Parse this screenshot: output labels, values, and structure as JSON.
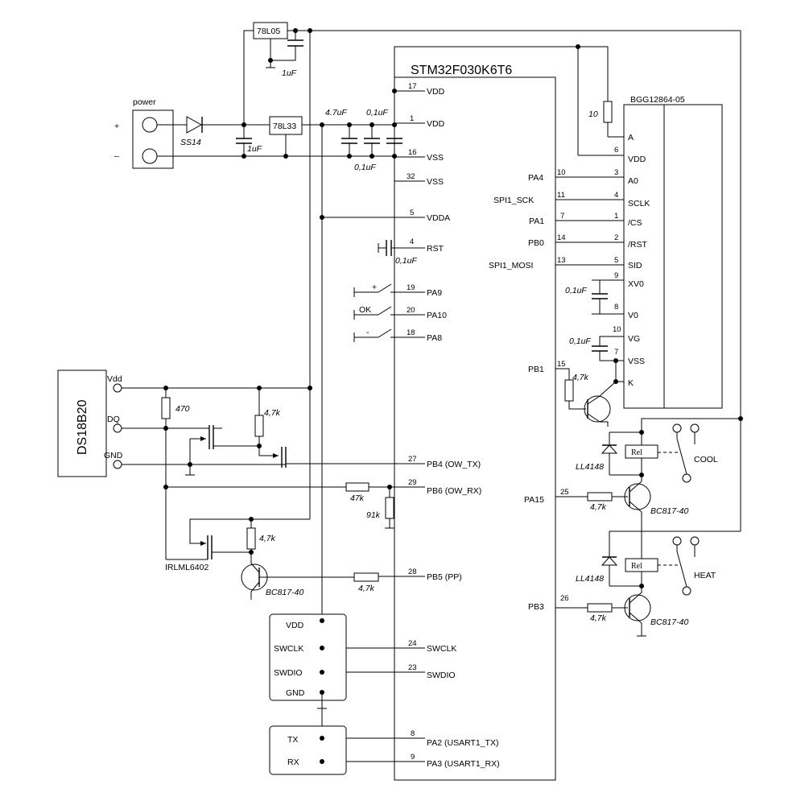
{
  "mcu": {
    "name": "STM32F030K6T6",
    "left_pins": [
      {
        "num": "17",
        "name": "VDD"
      },
      {
        "num": "1",
        "name": "VDD"
      },
      {
        "num": "16",
        "name": "VSS"
      },
      {
        "num": "32",
        "name": "VSS"
      },
      {
        "num": "5",
        "name": "VDDA"
      },
      {
        "num": "4",
        "name": "RST"
      },
      {
        "num": "19",
        "name": "PA9"
      },
      {
        "num": "20",
        "name": "PA10"
      },
      {
        "num": "18",
        "name": "PA8"
      },
      {
        "num": "27",
        "name": "PB4 (OW_TX)"
      },
      {
        "num": "29",
        "name": "PB6 (OW_RX)"
      },
      {
        "num": "28",
        "name": "PB5 (PP)"
      },
      {
        "num": "24",
        "name": "SWCLK"
      },
      {
        "num": "23",
        "name": "SWDIO"
      },
      {
        "num": "8",
        "name": "PA2 (USART1_TX)"
      },
      {
        "num": "9",
        "name": "PA3 (USART1_RX)"
      }
    ],
    "right_pins": [
      {
        "num": "10",
        "name": "PA4"
      },
      {
        "num": "11",
        "name": "SPI1_SCK"
      },
      {
        "num": "7",
        "name": "PA1"
      },
      {
        "num": "14",
        "name": "PB0"
      },
      {
        "num": "13",
        "name": "SPI1_MOSI"
      },
      {
        "num": "15",
        "name": "PB1"
      },
      {
        "num": "25",
        "name": "PA15"
      },
      {
        "num": "26",
        "name": "PB3"
      }
    ]
  },
  "lcd": {
    "name": "BGG12864-05",
    "pins": [
      {
        "num": "",
        "name": "A"
      },
      {
        "num": "6",
        "name": "VDD"
      },
      {
        "num": "3",
        "name": "A0"
      },
      {
        "num": "4",
        "name": "SCLK"
      },
      {
        "num": "1",
        "name": "/CS"
      },
      {
        "num": "2",
        "name": "/RST"
      },
      {
        "num": "5",
        "name": "SID"
      },
      {
        "num": "9",
        "name": "XV0"
      },
      {
        "num": "8",
        "name": "V0"
      },
      {
        "num": "10",
        "name": "VG"
      },
      {
        "num": "7",
        "name": "VSS"
      },
      {
        "num": "",
        "name": "K"
      }
    ]
  },
  "power": {
    "label": "power",
    "plus": "+",
    "minus": "–",
    "diode": "SS14",
    "reg5": "78L05",
    "reg33": "78L33"
  },
  "caps": {
    "c_1uF_a": "1uF",
    "c_1uF_b": "1uF",
    "c_4u7": "4.7uF",
    "c_100n_a": "0,1uF",
    "c_100n_b": "0,1uF",
    "c_rst": "0,1uF",
    "c_xv0": "0,1uF",
    "c_vg": "0,1uF"
  },
  "resistors": {
    "r_backlight": "10",
    "r_470": "470",
    "r_pullup": "4,7k",
    "r_47k": "47k",
    "r_91k": "91k",
    "r_pp_top": "4,7k",
    "r_pp": "4,7k",
    "r_bl": "4,7k",
    "r_cool": "4,7k",
    "r_heat": "4,7k"
  },
  "buttons": {
    "plus": "+",
    "ok": "OK",
    "minus": "-"
  },
  "sensor": {
    "name": "DS18B20",
    "vdd": "Vdd",
    "dq": "DQ",
    "gnd": "GND"
  },
  "parts": {
    "mosfet": "IRLML6402",
    "transistor": "BC817-40",
    "diode": "LL4148",
    "relay": "Rel"
  },
  "relays": {
    "cool": "COOL",
    "heat": "HEAT"
  },
  "swd": {
    "vdd": "VDD",
    "swclk": "SWCLK",
    "swdio": "SWDIO",
    "gnd": "GND"
  },
  "uart": {
    "tx": "TX",
    "rx": "RX"
  }
}
